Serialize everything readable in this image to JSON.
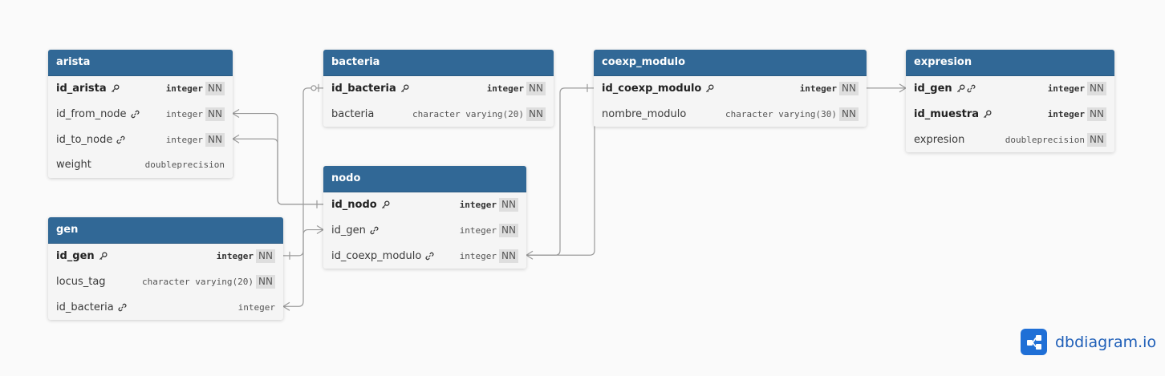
{
  "tables": {
    "arista": {
      "name": "arista",
      "fields": [
        {
          "name": "id_arista",
          "type": "integer",
          "nn": "NN",
          "pk": true,
          "fk": false
        },
        {
          "name": "id_from_node",
          "type": "integer",
          "nn": "NN",
          "pk": false,
          "fk": true
        },
        {
          "name": "id_to_node",
          "type": "integer",
          "nn": "NN",
          "pk": false,
          "fk": true
        },
        {
          "name": "weight",
          "type": "doubleprecision",
          "nn": "",
          "pk": false,
          "fk": false
        }
      ]
    },
    "gen": {
      "name": "gen",
      "fields": [
        {
          "name": "id_gen",
          "type": "integer",
          "nn": "NN",
          "pk": true,
          "fk": false
        },
        {
          "name": "locus_tag",
          "type": "character varying(20)",
          "nn": "NN",
          "pk": false,
          "fk": false
        },
        {
          "name": "id_bacteria",
          "type": "integer",
          "nn": "",
          "pk": false,
          "fk": true
        }
      ]
    },
    "bacteria": {
      "name": "bacteria",
      "fields": [
        {
          "name": "id_bacteria",
          "type": "integer",
          "nn": "NN",
          "pk": true,
          "fk": false
        },
        {
          "name": "bacteria",
          "type": "character varying(20)",
          "nn": "NN",
          "pk": false,
          "fk": false
        }
      ]
    },
    "nodo": {
      "name": "nodo",
      "fields": [
        {
          "name": "id_nodo",
          "type": "integer",
          "nn": "NN",
          "pk": true,
          "fk": false
        },
        {
          "name": "id_gen",
          "type": "integer",
          "nn": "NN",
          "pk": false,
          "fk": true
        },
        {
          "name": "id_coexp_modulo",
          "type": "integer",
          "nn": "NN",
          "pk": false,
          "fk": true
        }
      ]
    },
    "coexp_modulo": {
      "name": "coexp_modulo",
      "fields": [
        {
          "name": "id_coexp_modulo",
          "type": "integer",
          "nn": "NN",
          "pk": true,
          "fk": false
        },
        {
          "name": "nombre_modulo",
          "type": "character varying(30)",
          "nn": "NN",
          "pk": false,
          "fk": false
        }
      ]
    },
    "expresion": {
      "name": "expresion",
      "fields": [
        {
          "name": "id_gen",
          "type": "integer",
          "nn": "NN",
          "pk": true,
          "fk": true
        },
        {
          "name": "id_muestra",
          "type": "integer",
          "nn": "NN",
          "pk": true,
          "fk": false
        },
        {
          "name": "expresion",
          "type": "doubleprecision",
          "nn": "NN",
          "pk": false,
          "fk": false
        }
      ]
    }
  },
  "relationships": [
    {
      "from": "arista.id_from_node",
      "to": "nodo.id_nodo",
      "cardinality": "many-to-one"
    },
    {
      "from": "arista.id_to_node",
      "to": "nodo.id_nodo",
      "cardinality": "many-to-one"
    },
    {
      "from": "nodo.id_gen",
      "to": "gen.id_gen",
      "cardinality": "many-to-one"
    },
    {
      "from": "gen.id_bacteria",
      "to": "bacteria.id_bacteria",
      "cardinality": "many-to-zero-or-one"
    },
    {
      "from": "nodo.id_coexp_modulo",
      "to": "coexp_modulo.id_coexp_modulo",
      "cardinality": "many-to-one"
    },
    {
      "from": "expresion.id_gen",
      "to": "coexp_modulo.id_coexp_modulo",
      "cardinality": "many-to-one"
    }
  ],
  "branding": {
    "logo_text": "dbdiagram.io"
  },
  "colors": {
    "header": "#316896",
    "table_bg": "#f5f5f5",
    "line": "#9a9a9a",
    "logo": "#1f6fd6"
  }
}
